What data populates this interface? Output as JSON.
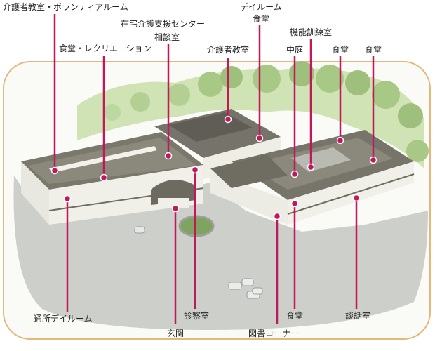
{
  "labels": {
    "kaigosha_kyoshitsu_volunteer": "介護者教室・ボランティアルーム",
    "zaitaku_center": "在宅介護支援センター",
    "soudanshitsu": "相談室",
    "shokudo_recreation": "食堂・レクリエーション",
    "kaigosha_kyoshitsu": "介護者教室",
    "dayroom": "デイルーム",
    "shokudo_top": "食堂",
    "kinou_kunren": "機能訓練室",
    "nakaniwa": "中庭",
    "shokudo_a": "食堂",
    "shokudo_b": "食堂",
    "tsusho_dayroom": "通所デイルーム",
    "genkan": "玄関",
    "shinsatsu": "診察室",
    "toshokorner": "図書コーナー",
    "shokudo_bottom": "食堂",
    "danwashitsu": "談話室"
  },
  "colors": {
    "leader": "#c2185b",
    "frame": "#e5b77a",
    "roof": "#6e6c5f",
    "roof_light": "#8b897c",
    "wall": "#f0efe8",
    "ground": "#c9ccc6",
    "grass": "#b9d39a",
    "trees": "#7faa5a"
  }
}
